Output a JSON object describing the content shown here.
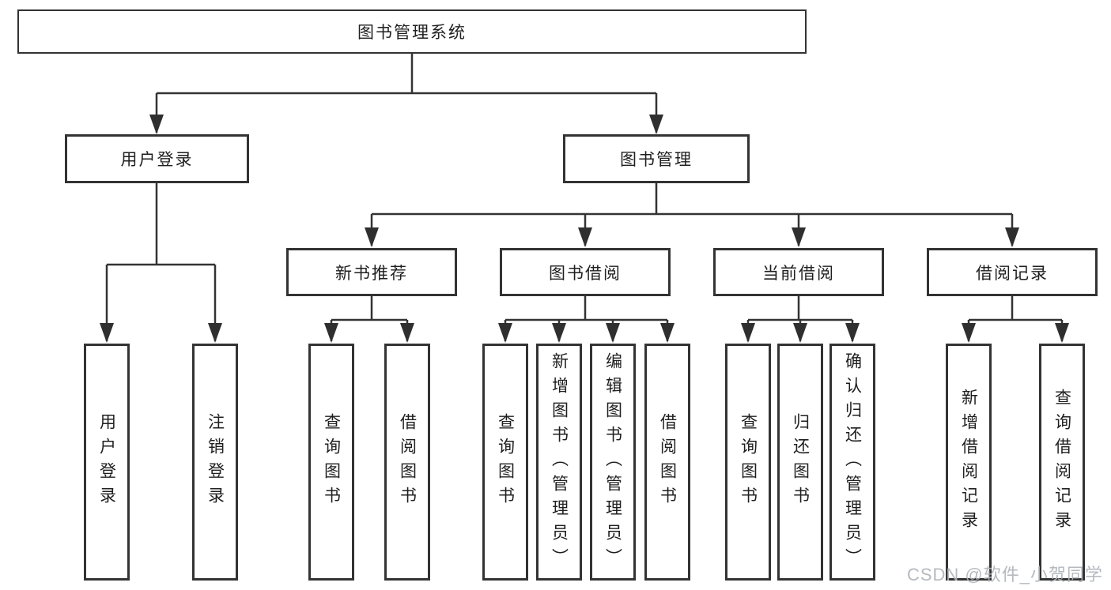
{
  "diagram": {
    "root": {
      "label": "图书管理系统"
    },
    "level1": [
      {
        "id": "user-login",
        "label": "用户登录"
      },
      {
        "id": "book-management",
        "label": "图书管理"
      }
    ],
    "level2": [
      {
        "id": "new-book-recommend",
        "label": "新书推荐",
        "parent": "book-management"
      },
      {
        "id": "book-borrow",
        "label": "图书借阅",
        "parent": "book-management"
      },
      {
        "id": "current-borrow",
        "label": "当前借阅",
        "parent": "book-management"
      },
      {
        "id": "borrow-records",
        "label": "借阅记录",
        "parent": "book-management"
      }
    ],
    "leaves": [
      {
        "id": "user-login-leaf",
        "label": "用户登录",
        "parent": "user-login"
      },
      {
        "id": "logout-leaf",
        "label": "注销登录",
        "parent": "user-login"
      },
      {
        "id": "query-book-1",
        "label": "查询图书",
        "parent": "new-book-recommend"
      },
      {
        "id": "borrow-book-1",
        "label": "借阅图书",
        "parent": "new-book-recommend"
      },
      {
        "id": "query-book-2",
        "label": "查询图书",
        "parent": "book-borrow"
      },
      {
        "id": "add-book-admin",
        "label": "新增图书（管理员）",
        "parent": "book-borrow"
      },
      {
        "id": "edit-book-admin",
        "label": "编辑图书（管理员）",
        "parent": "book-borrow"
      },
      {
        "id": "borrow-book-2",
        "label": "借阅图书",
        "parent": "book-borrow"
      },
      {
        "id": "query-book-3",
        "label": "查询图书",
        "parent": "current-borrow"
      },
      {
        "id": "return-book",
        "label": "归还图书",
        "parent": "current-borrow"
      },
      {
        "id": "confirm-return-admin",
        "label": "确认归还（管理员）",
        "parent": "current-borrow"
      },
      {
        "id": "add-borrow-record",
        "label": "新增借阅记录",
        "parent": "borrow-records"
      },
      {
        "id": "query-borrow-record",
        "label": "查询借阅记录",
        "parent": "borrow-records"
      }
    ],
    "colors": {
      "line": "#333333",
      "text": "#1f1f1f",
      "background": "#ffffff",
      "watermark": "#afb4ba"
    },
    "watermark": "CSDN @软件_小贺同学"
  }
}
